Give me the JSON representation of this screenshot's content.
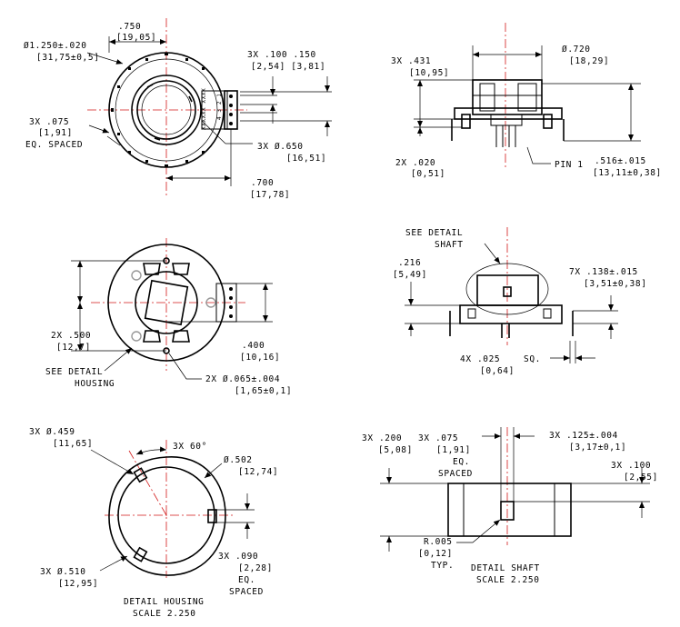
{
  "colors": {
    "line": "#000000",
    "centerline": "#d21a1a",
    "background": "#ffffff"
  },
  "front": {
    "dim_750": ".750",
    "dim_750_mm": "[19,05]",
    "dim_1250": "Ø1.250±.020",
    "dim_1250_mm": "[31,75±0,5]",
    "dim_075": "3X .075",
    "dim_075_mm": "[1,91]",
    "dim_075_note": "EQ. SPACED",
    "dim_100_150": "3X .100   .150",
    "dim_100_150_mm": "[2,54]  [3,81]",
    "dim_650": "3X Ø.650",
    "dim_650_mm": "[16,51]",
    "dim_700": ".700",
    "dim_700_mm": "[17,78]",
    "label_text": "XXXXXX XXXX",
    "pin_numbers": "4 3 2 1"
  },
  "side": {
    "dim_431": "3X .431",
    "dim_431_mm": "[10,95]",
    "dim_720": "Ø.720",
    "dim_720_mm": "[18,29]",
    "dim_020": "2X .020",
    "dim_020_mm": "[0,51]",
    "pin_label": "PIN 1",
    "dim_516": ".516±.015",
    "dim_516_mm": "[13,11±0,38]"
  },
  "back": {
    "dim_500": "2X .500",
    "dim_500_mm": "[12,7]",
    "detail_housing": "SEE DETAIL",
    "detail_housing_2": "HOUSING",
    "dim_400": ".400",
    "dim_400_mm": "[10,16]",
    "dim_065": "2X Ø.065±.004",
    "dim_065_mm": "[1,65±0,1]"
  },
  "profile": {
    "detail_shaft": "SEE DETAIL",
    "detail_shaft_2": "SHAFT",
    "dim_216": ".216",
    "dim_216_mm": "[5,49]",
    "dim_138": "7X .138±.015",
    "dim_138_mm": "[3,51±0,38]",
    "dim_025": "4X .025",
    "dim_025_mm": "[0,64]",
    "dim_025_sq": "SQ."
  },
  "detail_housing": {
    "dim_459": "3X Ø.459",
    "dim_459_mm": "[11,65]",
    "dim_60": "3X 60°",
    "dim_502": "Ø.502",
    "dim_502_mm": "[12,74]",
    "dim_510": "3X Ø.510",
    "dim_510_mm": "[12,95]",
    "dim_090": "3X .090",
    "dim_090_mm": "[2,28]",
    "dim_090_note1": "EQ.",
    "dim_090_note2": "SPACED",
    "title": "DETAIL  HOUSING",
    "scale": "SCALE  2.250"
  },
  "detail_shaft": {
    "dim_200": "3X .200",
    "dim_200_mm": "[5,08]",
    "dim_075": "3X .075",
    "dim_075_mm": "[1,91]",
    "dim_075_note1": "EQ.",
    "dim_075_note2": "SPACED",
    "dim_125": "3X .125±.004",
    "dim_125_mm": "[3,17±0,1]",
    "dim_100": "3X .100",
    "dim_100_mm": "[2,55]",
    "radius": "R.005",
    "radius_mm": "[0,12]",
    "radius_note": "TYP.",
    "title": "DETAIL  SHAFT",
    "scale": "SCALE  2.250"
  }
}
